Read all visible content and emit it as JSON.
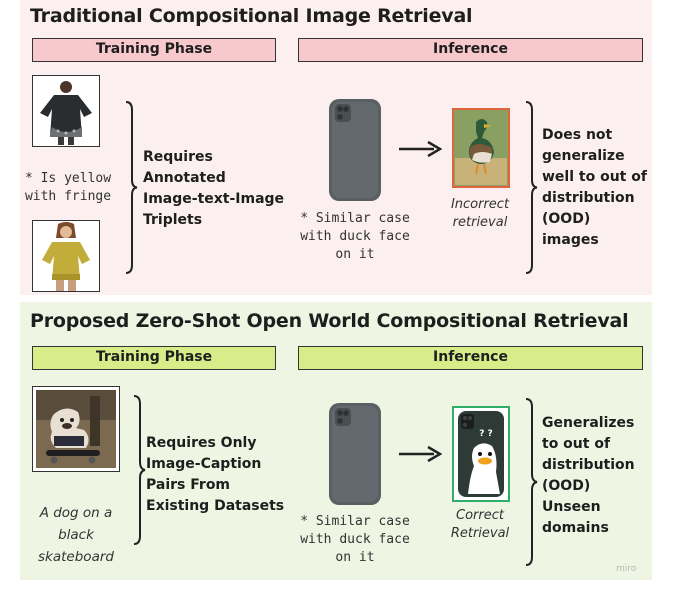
{
  "traditional": {
    "title": "Traditional Compositional Image Retrieval",
    "training_label": "Training Phase",
    "inference_label": "Inference",
    "query_text_line1": "* Is yellow",
    "query_text_line2": "with fringe",
    "requirement_lines": [
      "Requires",
      "Annotated",
      "Image-text-Image",
      "Triplets"
    ],
    "query_caption_lines": [
      "* Similar case",
      "with duck face",
      "on it"
    ],
    "result_label_lines": [
      "Incorrect",
      "retrieval"
    ],
    "outcome_lines": [
      "Does not",
      "generalize",
      "well to out of",
      "distribution",
      "(OOD)",
      "images"
    ]
  },
  "proposed": {
    "title": "Proposed Zero-Shot Open World Compositional Retrieval",
    "training_label": "Training Phase",
    "inference_label": "Inference",
    "image_caption_lines": [
      "A dog on a",
      "black",
      "skateboard"
    ],
    "requirement_lines": [
      "Requires Only",
      "Image-Caption",
      "Pairs From",
      "Existing Datasets"
    ],
    "query_caption_lines": [
      "* Similar case",
      "with duck face",
      "on it"
    ],
    "result_label_lines": [
      "Correct",
      "Retrieval"
    ],
    "phone_case_text": "? ?",
    "outcome_lines": [
      "Generalizes",
      "to out of",
      "distribution",
      "(OOD)",
      "Unseen",
      "domains"
    ]
  },
  "watermark": "miro",
  "colors": {
    "top_bg": "#fcefef",
    "bottom_bg": "#eef5e3",
    "pink_bar": "#f7c8cc",
    "green_bar": "#d8ec8a",
    "incorrect_border": "#e0643c",
    "correct_border": "#2fae6a"
  }
}
